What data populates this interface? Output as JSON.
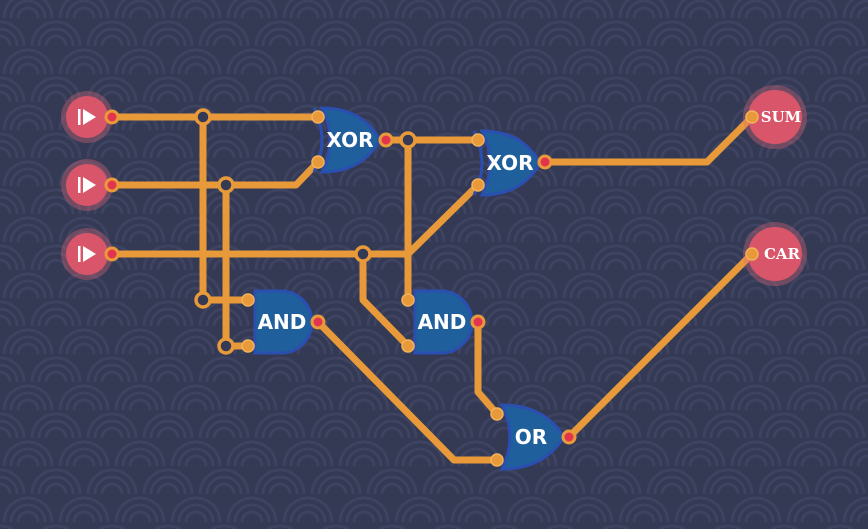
{
  "colors": {
    "background": "#343954",
    "pattern": "#3d4360",
    "wire": "#e89a3a",
    "gate_fill": "#1f5f9c",
    "gate_stroke": "#2a4fb0",
    "io": "#d9566a",
    "output_pin": "#e2334f"
  },
  "inputs": [
    {
      "id": "in-a",
      "icon": "play-toggle-icon"
    },
    {
      "id": "in-b",
      "icon": "play-toggle-icon"
    },
    {
      "id": "in-c",
      "icon": "play-toggle-icon"
    }
  ],
  "gates": {
    "xor1": {
      "label": "XOR"
    },
    "xor2": {
      "label": "XOR"
    },
    "and1": {
      "label": "AND"
    },
    "and2": {
      "label": "AND"
    },
    "or1": {
      "label": "OR"
    }
  },
  "outputs": {
    "sum": {
      "label": "SUM"
    },
    "carry": {
      "label": "CAR"
    }
  }
}
